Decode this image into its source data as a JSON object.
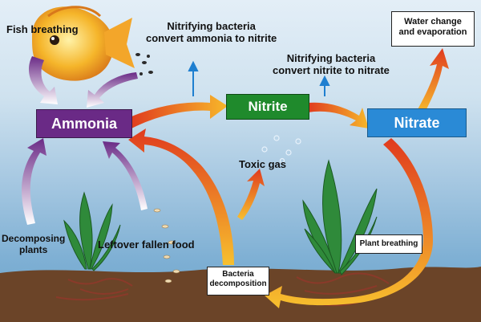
{
  "colors": {
    "ammonia_box": "#6a2a86",
    "nitrite_box": "#1f8a2c",
    "nitrate_box": "#2a8ad6",
    "flow_arrow_start": "#e03a1e",
    "flow_arrow_end": "#f7b82a",
    "purple_arrow": "#7a3aa0",
    "soil": "#6b4428",
    "water_top": "#e3eef7",
    "water_bottom": "#6aa2ca"
  },
  "labels": {
    "fish_breathing": "Fish breathing",
    "nitrifying_to_nitrite": "Nitrifying bacteria\nconvert ammonia to nitrite",
    "nitrifying_to_nitrate": "Nitrifying bacteria\nconvert nitrite to nitrate",
    "water_change": "Water change\nand evaporation",
    "ammonia": "Ammonia",
    "nitrite": "Nitrite",
    "nitrate": "Nitrate",
    "toxic_gas": "Toxic gas",
    "decomposing_plants": "Decomposing\nplants",
    "leftover_food": "Leftover fallen food",
    "plant_breathing": "Plant breathing",
    "bacteria_decomposition": "Bacteria\ndecomposition"
  }
}
